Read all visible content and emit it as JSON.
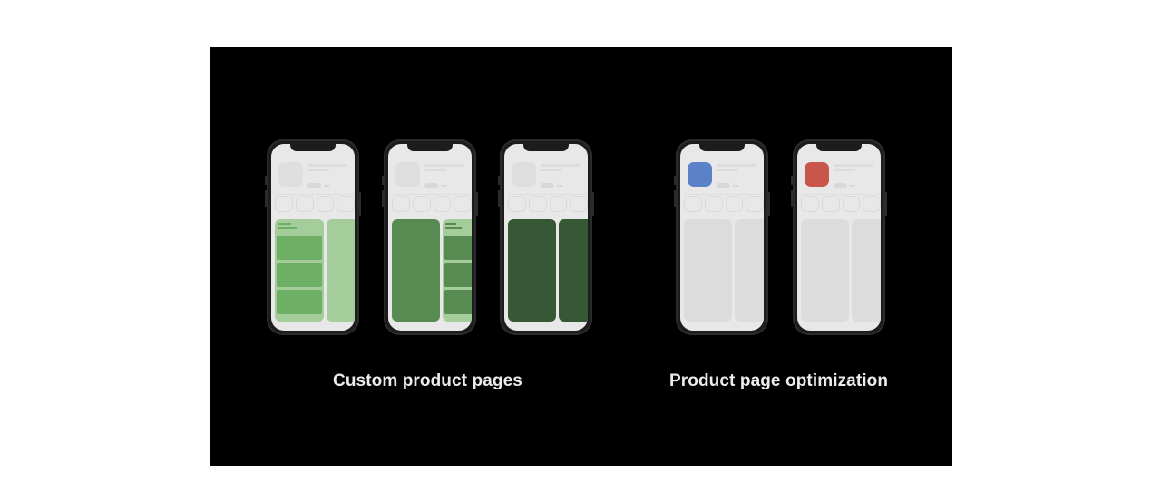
{
  "slide": {
    "background": "#000000",
    "sections": [
      {
        "label": "Custom product pages",
        "phones": [
          {
            "variant": "light-green",
            "screenshot_colors": [
              "#a5cd9c",
              "#6daf64"
            ]
          },
          {
            "variant": "medium-green",
            "screenshot_colors": [
              "#578b51",
              "#a5cd9c"
            ]
          },
          {
            "variant": "dark-green",
            "screenshot_colors": [
              "#365835"
            ]
          }
        ]
      },
      {
        "label": "Product page optimization",
        "phones": [
          {
            "variant": "blue-icon",
            "icon_color": "#5b82c8"
          },
          {
            "variant": "red-icon",
            "icon_color": "#c9564b"
          }
        ]
      }
    ]
  }
}
